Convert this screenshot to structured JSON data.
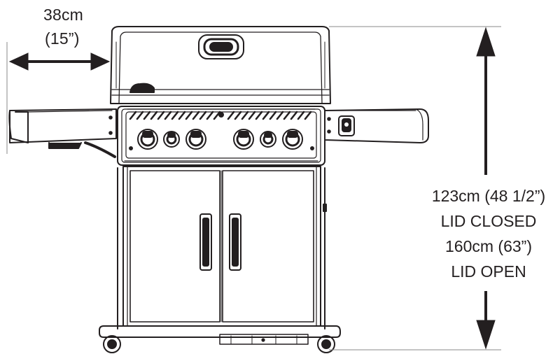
{
  "dimensions": {
    "side_shelf_width": {
      "metric": "38cm",
      "imperial": "(15”)"
    },
    "height": {
      "lid_closed_value": "123cm (48 1/2”)",
      "lid_closed_label": "LID CLOSED",
      "lid_open_value": "160cm (63”)",
      "lid_open_label": "LID OPEN"
    }
  },
  "colors": {
    "line": "#231f20",
    "background": "#ffffff"
  },
  "icons": [
    "thermometer-icon",
    "burner-knob-icon",
    "door-handle-icon",
    "caster-wheel-icon",
    "ignition-button-icon"
  ]
}
